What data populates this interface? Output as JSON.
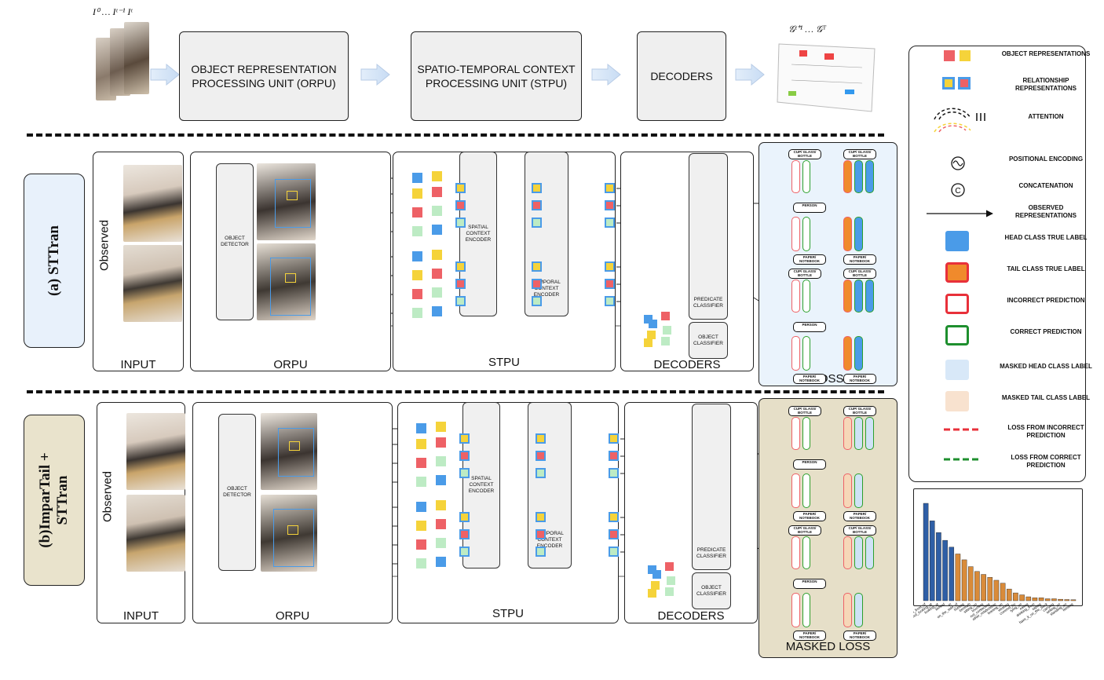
{
  "top_flow": {
    "frame_labels": "I⁰ … Iᵗ⁻¹ Iᵗ",
    "graph_labels": "𝒢ᵗ⁺¹ … 𝒢ᵀ",
    "orpu": "OBJECT REPRESENTATION PROCESSING UNIT (ORPU)",
    "stpu": "SPATIO-TEMPORAL CONTEXT PROCESSING UNIT (STPU)",
    "decoders": "DECODERS"
  },
  "row_a": {
    "side_label": "(a) STTran",
    "observed": "Observed",
    "input": "INPUT",
    "orpu": "ORPU",
    "stpu": "STPU",
    "decoders": "DECODERS",
    "loss": "LOSS",
    "object_detector": "OBJECT DETECTOR",
    "spatial_encoder": "SPATIAL CONTEXT ENCODER",
    "temporal_encoder": "TEMPORAL CONTEXT ENCODER",
    "predicate_classifier": "PREDICATE CLASSIFIER",
    "object_classifier": "OBJECT CLASSIFIER"
  },
  "row_b": {
    "side_label": "(b)ImparTail + STTran",
    "observed": "Observed",
    "input": "INPUT",
    "orpu": "ORPU",
    "stpu": "STPU",
    "decoders": "DECODERS",
    "loss": "MASKED LOSS",
    "object_detector": "OBJECT DETECTOR",
    "spatial_encoder": "SPATIAL CONTEXT ENCODER",
    "temporal_encoder": "TEMPORAL CONTEXT ENCODER",
    "predicate_classifier": "PREDICATE CLASSIFIER",
    "object_classifier": "OBJECT CLASSIFIER"
  },
  "graph_nodes": {
    "cup": "CUP/ GLASS/ BOTTLE",
    "person": "PERSON",
    "paper": "PAPER/ NOTEBOOK"
  },
  "legend": [
    {
      "label": "OBJECT REPRESENTATIONS",
      "icon": "object-squares"
    },
    {
      "label": "RELATIONSHIP REPRESENTATIONS",
      "icon": "relationship-squares"
    },
    {
      "label": "ATTENTION",
      "icon": "attention-arcs"
    },
    {
      "label": "POSITIONAL ENCODING",
      "icon": "positional-encoding-symbol"
    },
    {
      "label": "CONCATENATION",
      "icon": "concatenation-symbol"
    },
    {
      "label": "OBSERVED REPRESENTATIONS",
      "icon": "arrow"
    },
    {
      "label": "HEAD CLASS TRUE LABEL",
      "icon": "blue-square"
    },
    {
      "label": "TAIL CLASS TRUE LABEL",
      "icon": "orange-square"
    },
    {
      "label": "INCORRECT PREDICTION",
      "icon": "red-outline-square"
    },
    {
      "label": "CORRECT PREDICTION",
      "icon": "green-outline-square"
    },
    {
      "label": "MASKED HEAD CLASS LABEL",
      "icon": "light-blue-square"
    },
    {
      "label": "MASKED TAIL CLASS LABEL",
      "icon": "light-orange-square"
    },
    {
      "label": "LOSS FROM INCORRECT PREDICTION",
      "icon": "red-dashed-line"
    },
    {
      "label": "LOSS FROM CORRECT PREDICTION",
      "icon": "green-dashed-line"
    }
  ],
  "colors": {
    "blue": "#4a9be8",
    "yellow": "#f5d33a",
    "red": "#ee6166",
    "green_light": "#bdebc4",
    "orange": "#f08a2c",
    "panel_a_bg": "#eaf3fc",
    "panel_b_bg": "#e6dfc8",
    "sidebox_a": "#e8f1fb",
    "sidebox_b": "#e9e3cc",
    "bar_head": "#2f5fa6",
    "bar_tail": "#d98b3a"
  },
  "chart_data": {
    "type": "bar",
    "categories": [
      "in_front_of",
      "not_looking_at",
      "looking_at",
      "behind",
      "in",
      "on_the_side_of",
      "holding",
      "beneath",
      "sitting_on",
      "touching",
      "not_contacting",
      "other_relationship",
      "leaning_on",
      "wearing",
      "covered_by",
      "lying_on",
      "eating",
      "drinking_from",
      "wiping",
      "have_it_on_the_back",
      "carrying",
      "writing_on",
      "standing_on",
      "twisting"
    ],
    "values": [
      100,
      82,
      70,
      62,
      55,
      48,
      42,
      35,
      30,
      27,
      24,
      21,
      18,
      12,
      8,
      6,
      4,
      3,
      3,
      2,
      2,
      1.5,
      1.2,
      1
    ],
    "series_colors": [
      "#2f5fa6",
      "#2f5fa6",
      "#2f5fa6",
      "#2f5fa6",
      "#2f5fa6",
      "#d98b3a",
      "#d98b3a",
      "#d98b3a",
      "#d98b3a",
      "#d98b3a",
      "#d98b3a",
      "#d98b3a",
      "#d98b3a",
      "#d98b3a",
      "#d98b3a",
      "#d98b3a",
      "#d98b3a",
      "#d98b3a",
      "#d98b3a",
      "#d98b3a",
      "#d98b3a",
      "#d98b3a",
      "#d98b3a",
      "#d98b3a"
    ],
    "ylim": [
      0,
      100
    ]
  }
}
